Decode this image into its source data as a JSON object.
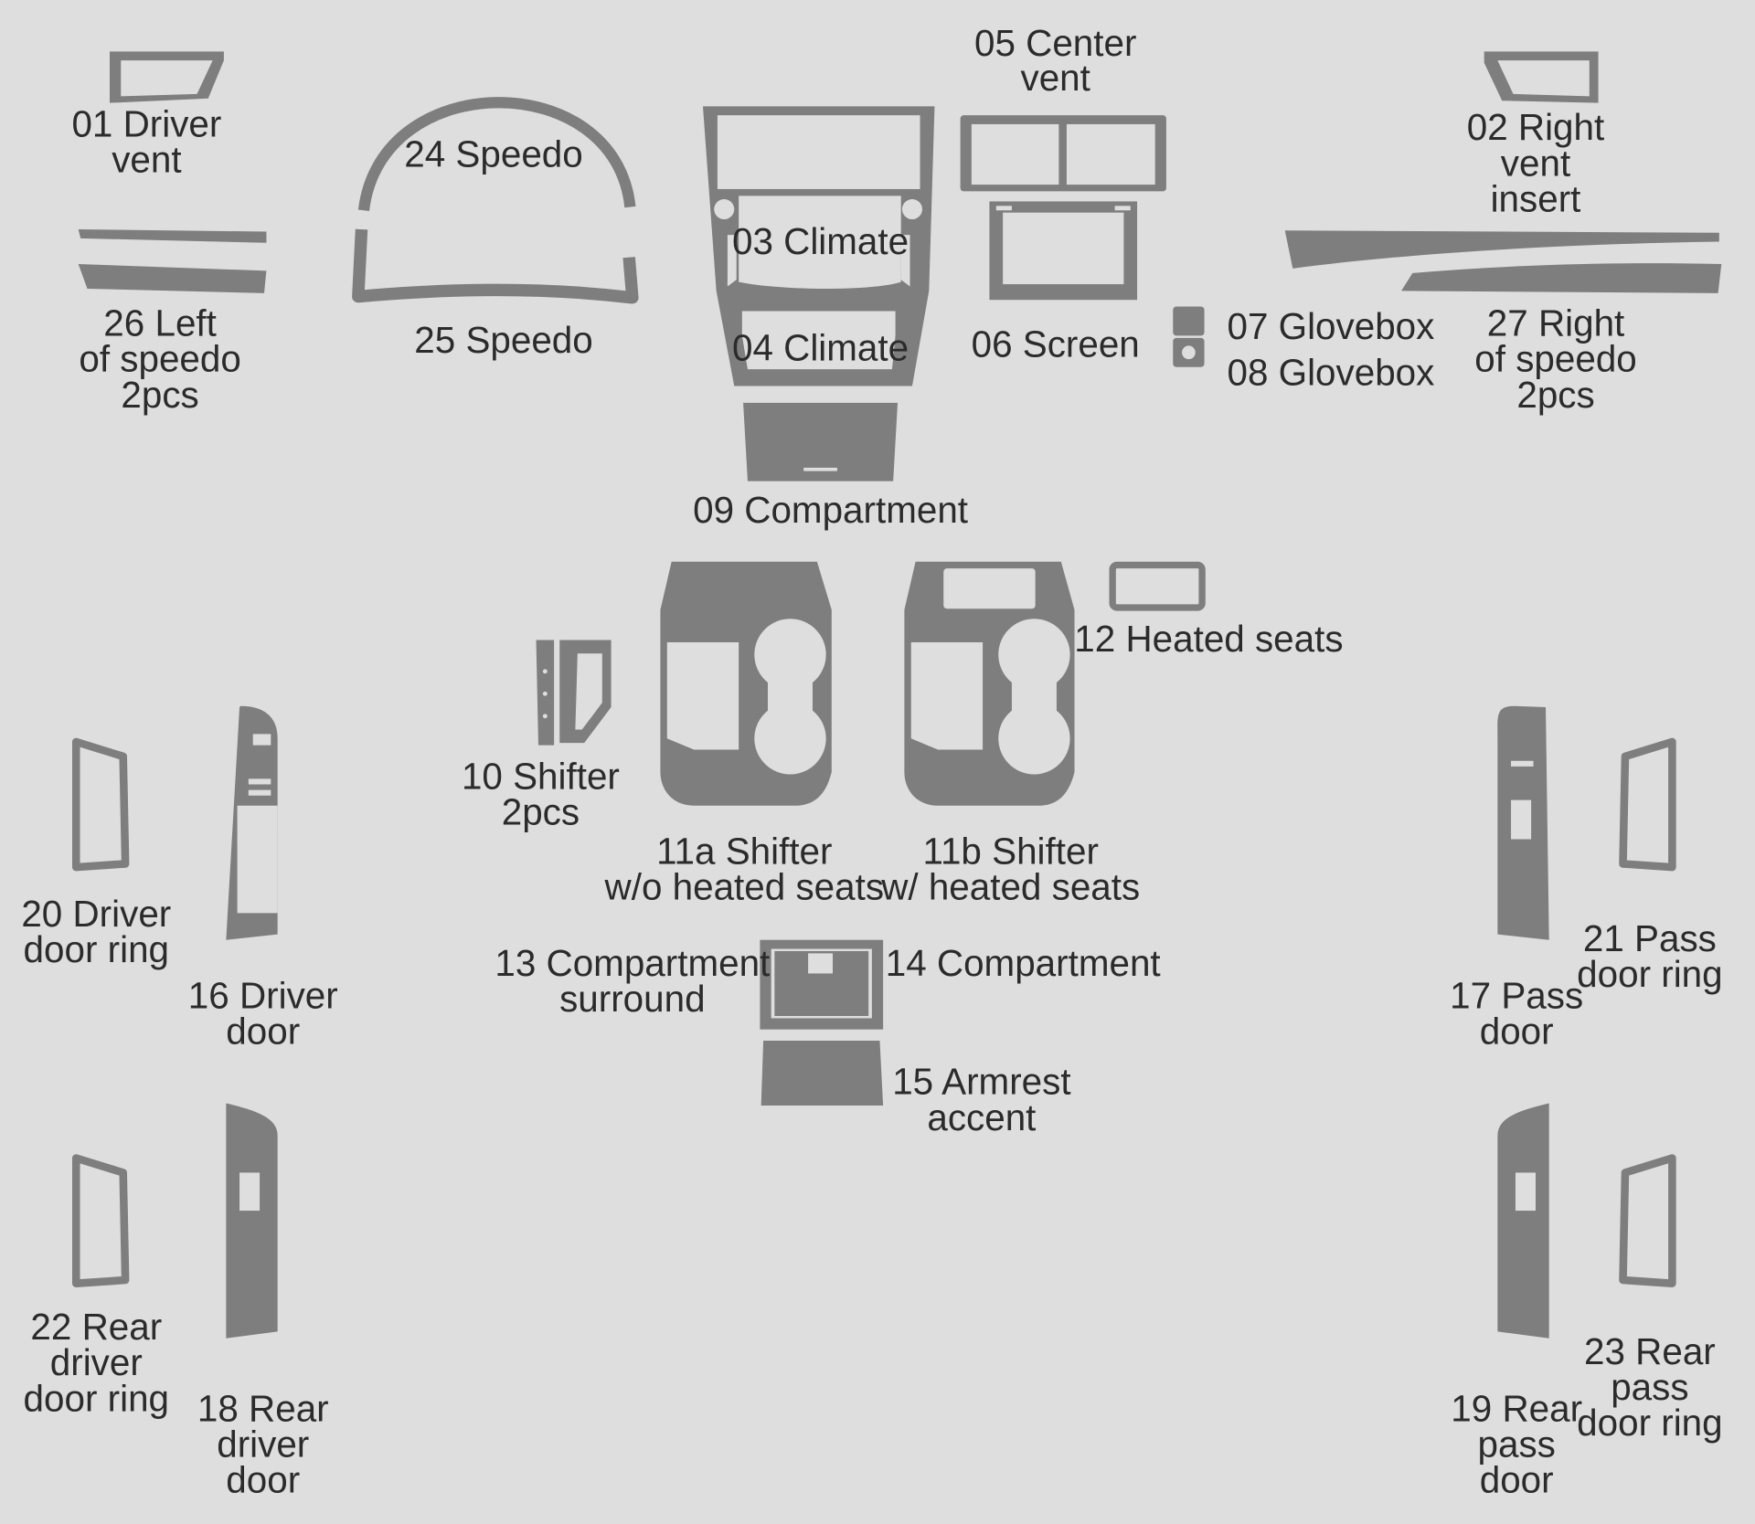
{
  "parts": {
    "p01": [
      "01 Driver",
      "vent"
    ],
    "p02": [
      "02 Right",
      "vent",
      "insert"
    ],
    "p03": [
      "03 Climate"
    ],
    "p04": [
      "04 Climate"
    ],
    "p05": [
      "05 Center",
      "vent"
    ],
    "p06": [
      "06 Screen"
    ],
    "p07": [
      "07 Glovebox"
    ],
    "p08": [
      "08 Glovebox"
    ],
    "p09": [
      "09 Compartment"
    ],
    "p10": [
      "10 Shifter",
      "2pcs"
    ],
    "p11a": [
      "11a Shifter",
      "w/o heated seats"
    ],
    "p11b": [
      "11b Shifter",
      "w/ heated seats"
    ],
    "p12": [
      "12 Heated seats"
    ],
    "p13": [
      "13 Compartment",
      "surround"
    ],
    "p14": [
      "14 Compartment"
    ],
    "p15": [
      "15 Armrest",
      "accent"
    ],
    "p16": [
      "16 Driver",
      "door"
    ],
    "p17": [
      "17 Pass",
      "door"
    ],
    "p18": [
      "18 Rear",
      "driver",
      "door"
    ],
    "p19": [
      "19 Rear",
      "pass",
      "door"
    ],
    "p20": [
      "20 Driver",
      "door ring"
    ],
    "p21": [
      "21 Pass",
      "door ring"
    ],
    "p22": [
      "22 Rear",
      "driver",
      "door ring"
    ],
    "p23": [
      "23 Rear",
      "pass",
      "door ring"
    ],
    "p24": [
      "24 Speedo"
    ],
    "p25": [
      "25 Speedo"
    ],
    "p26": [
      "26 Left",
      "of speedo",
      "2pcs"
    ],
    "p27": [
      "27 Right",
      "of speedo",
      "2pcs"
    ]
  },
  "colors": {
    "background": "#dedede",
    "part_fill": "#7e7e7e",
    "text": "#2b2b2b"
  }
}
